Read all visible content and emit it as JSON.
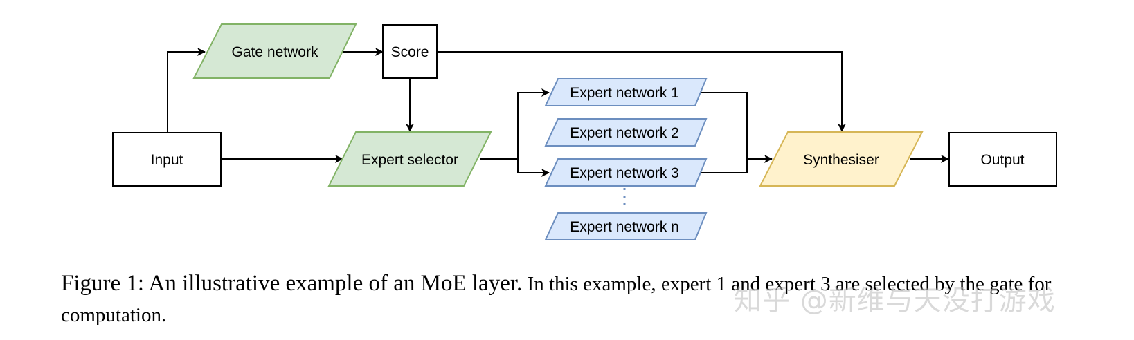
{
  "nodes": {
    "gate": {
      "label": "Gate network",
      "fill": "#d5e8d4",
      "stroke": "#82b366"
    },
    "score": {
      "label": "Score",
      "fill": "#ffffff",
      "stroke": "#000000"
    },
    "input": {
      "label": "Input",
      "fill": "#ffffff",
      "stroke": "#000000"
    },
    "selector": {
      "label": "Expert selector",
      "fill": "#d5e8d4",
      "stroke": "#82b366"
    },
    "expert1": {
      "label": "Expert network 1",
      "fill": "#dae8fc",
      "stroke": "#6c8ebf"
    },
    "expert2": {
      "label": "Expert network 2",
      "fill": "#dae8fc",
      "stroke": "#6c8ebf"
    },
    "expert3": {
      "label": "Expert network 3",
      "fill": "#dae8fc",
      "stroke": "#6c8ebf"
    },
    "expertn": {
      "label": "Expert network n",
      "fill": "#dae8fc",
      "stroke": "#6c8ebf"
    },
    "synth": {
      "label": "Synthesiser",
      "fill": "#fff2cc",
      "stroke": "#d6b656"
    },
    "output": {
      "label": "Output",
      "fill": "#ffffff",
      "stroke": "#000000"
    }
  },
  "caption": {
    "lead": "Figure 1: An illustrative example of an MoE layer.",
    "rest": " In this example, expert 1 and expert 3 are selected by the gate for computation."
  },
  "watermark": "知乎 @新维与天没打游戏",
  "colors": {
    "edge": "#000000",
    "ellipsis": "#6c8ebf"
  }
}
